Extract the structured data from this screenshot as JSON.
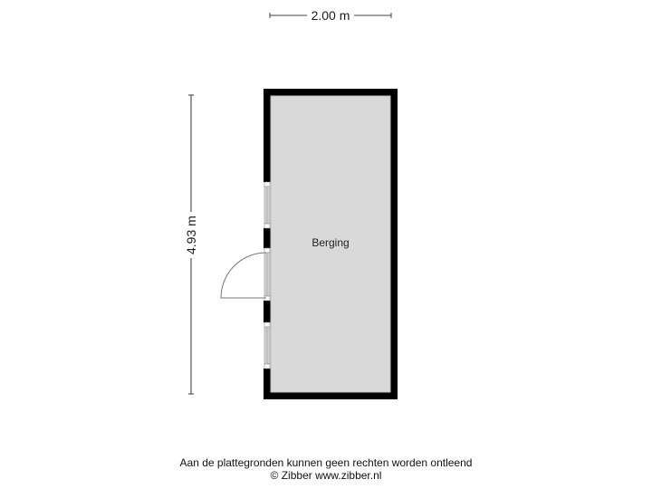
{
  "floorplan": {
    "dimensions": {
      "width_label": "2.00 m",
      "height_label": "4.93 m"
    },
    "rooms": [
      {
        "name": "Berging"
      }
    ],
    "colors": {
      "wall": "#000000",
      "floor": "#d9d9d9",
      "dimension_line": "#555555",
      "window_frame": "#b0b0b0"
    }
  },
  "footer": {
    "disclaimer": "Aan de plattegronden kunnen geen rechten worden ontleend",
    "copyright": "© Zibber www.zibber.nl"
  }
}
